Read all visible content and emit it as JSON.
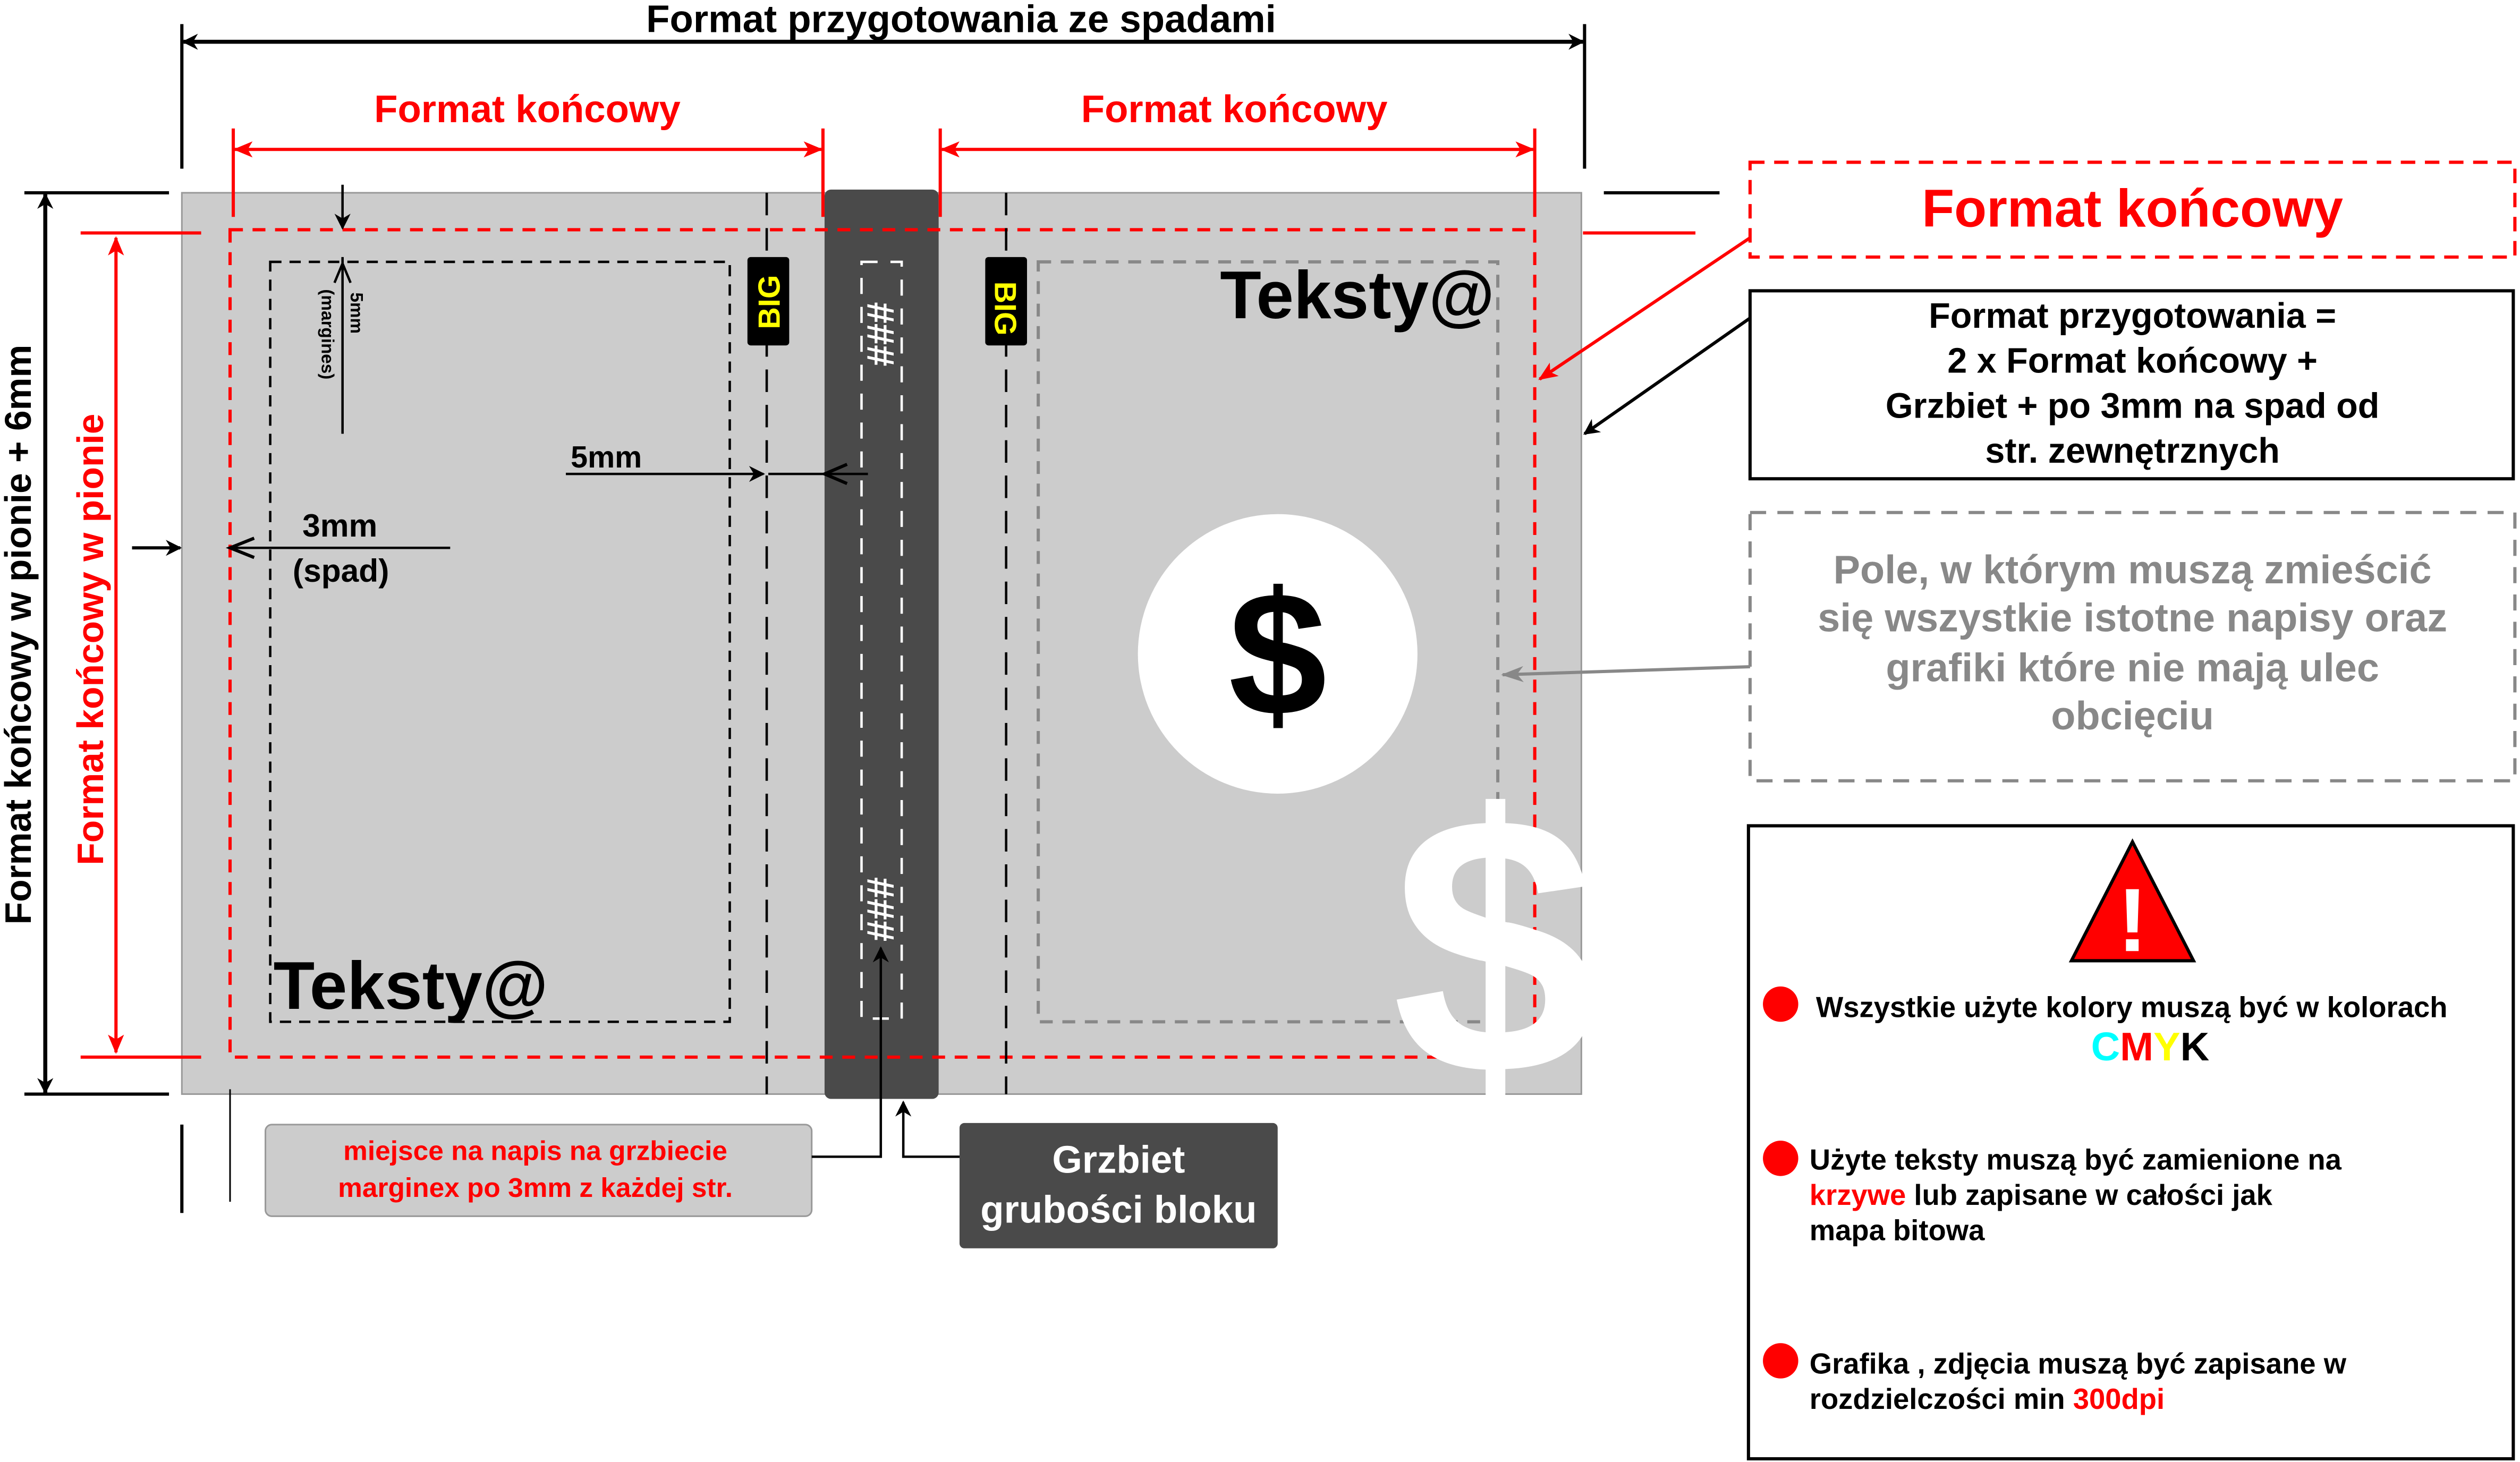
{
  "top_dimension": "Format przygotowania ze spadami",
  "left_final_format": "Format końcowy",
  "right_final_format": "Format końcowy",
  "vertical_outer": "Format końcowy w pionie + 6mm",
  "vertical_inner": "Format końcowy w pionie",
  "bleed": {
    "value": "3mm",
    "note": "(spad)"
  },
  "margin_5mm": "5mm",
  "margin_rotated": {
    "value": "5mm",
    "note": "(margines)"
  },
  "big_label": "BIG",
  "spine_mark": "###",
  "sample_text": "Teksty@",
  "dollar": "$",
  "spine_note": {
    "line1": "miejsce na napis na grzbiecie",
    "line2": "marginex po 3mm z każdej str."
  },
  "spine_label": {
    "line1": "Grzbiet",
    "line2": "grubości bloku"
  },
  "callout_final": "Format końcowy",
  "callout_prep": [
    "Format przygotowania =",
    "2 x Format końcowy +",
    "Grzbiet + po 3mm na spad od",
    "str. zewnętrznych"
  ],
  "callout_safe": [
    "Pole, w którym muszą zmieścić",
    "się wszystkie istotne napisy oraz",
    "grafiki które nie mają ulec",
    "obcięciu"
  ],
  "warning": {
    "icon": "!",
    "item1": "Wszystkie użyte kolory muszą być w kolorach",
    "cmyk": [
      "C",
      "M",
      "Y",
      "K"
    ],
    "item2_line1": "Użyte teksty muszą być zamienione na",
    "item2_red": "krzywe",
    "item2_rest": " lub zapisane w całości jak",
    "item2_line3": "mapa bitowa",
    "item3_line1": "Grafika , zdjęcia muszą być zapisane w",
    "item3_pre": "rozdzielczości min ",
    "item3_red": "300dpi"
  },
  "colors": {
    "red": "#ff0000",
    "gray": "#cccccc",
    "spine": "#4a4a4a",
    "cyan": "#00ffff",
    "yellow": "#ffff00"
  }
}
